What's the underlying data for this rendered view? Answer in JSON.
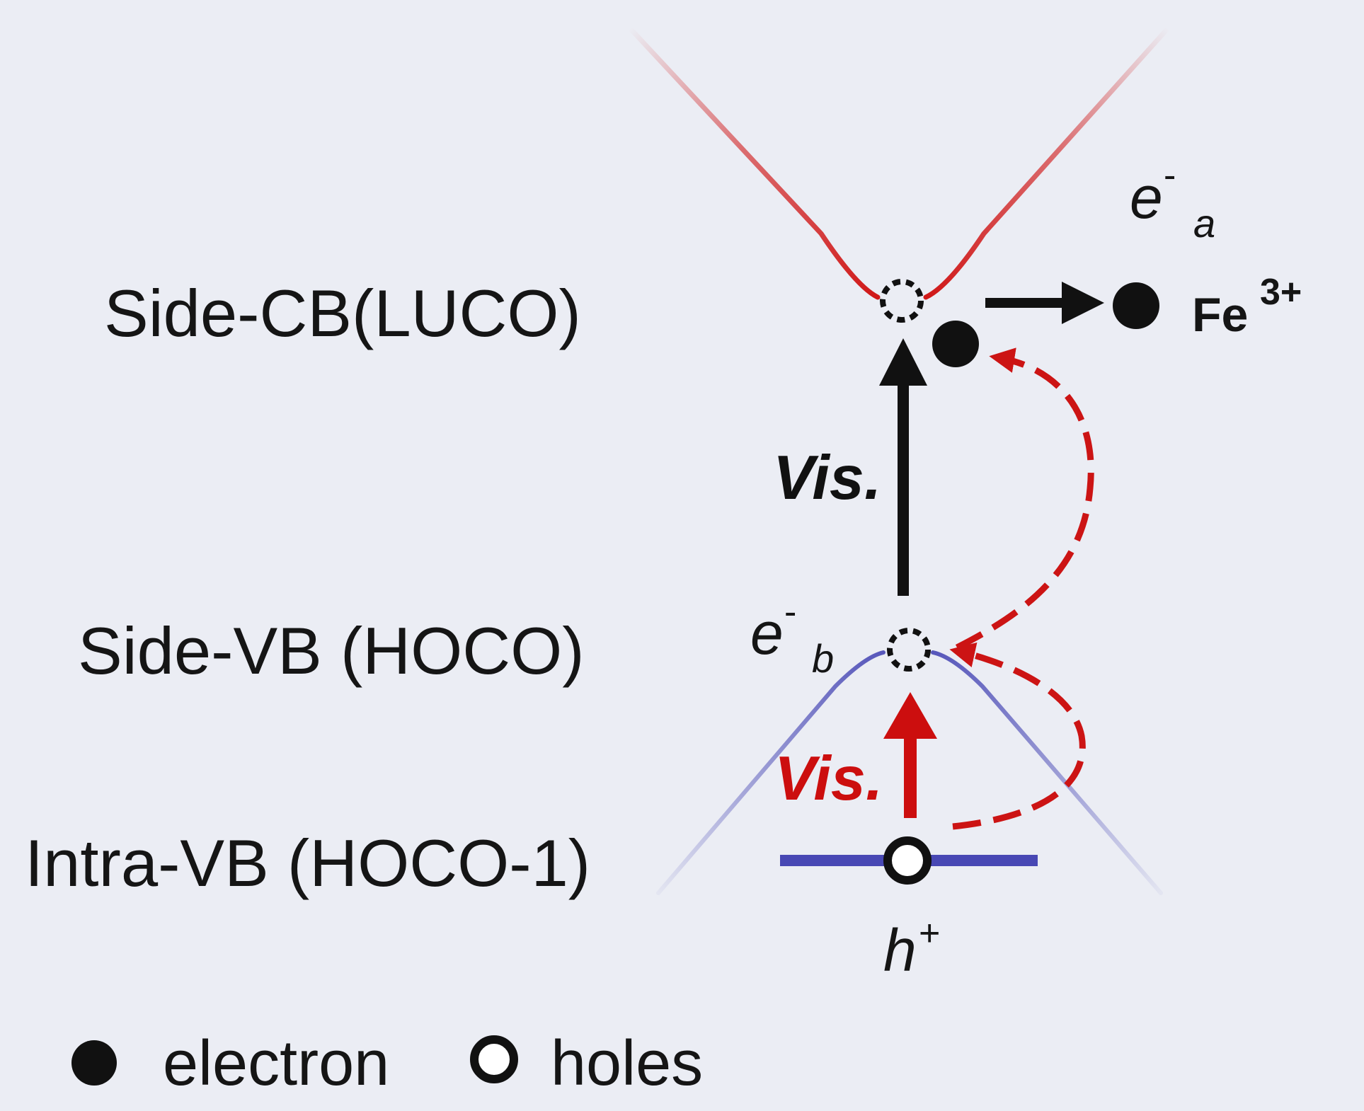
{
  "levels": {
    "side_cb": "Side-CB(LUCO)",
    "side_vb": "Side-VB (HOCO)",
    "intra_vb": "Intra-VB (HOCO-1)"
  },
  "carriers": {
    "electron_a": {
      "symbol": "e",
      "sup": "-",
      "sub": "a"
    },
    "electron_b": {
      "symbol": "e",
      "sup": "-",
      "sub": "b"
    },
    "hole": {
      "symbol": "h",
      "sup": "+"
    }
  },
  "excitations": {
    "upper": "Vis.",
    "lower": "Vis."
  },
  "acceptor": {
    "symbol": "Fe",
    "sup": "3+"
  },
  "legend": {
    "electron": "electron",
    "holes": "holes"
  },
  "colors": {
    "background": "#ebedf4",
    "conduction_band": "#d01818",
    "valence_band": "#5050b8",
    "excitation_lower": "#cc0e0e",
    "excitation_upper": "#111111",
    "dashed_path": "#cc1414"
  }
}
